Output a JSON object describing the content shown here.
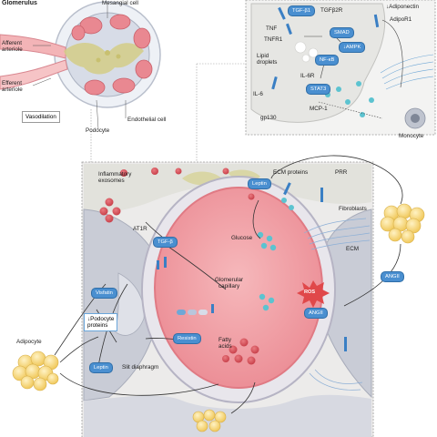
{
  "glomerulus": {
    "title": "Glomerulus",
    "mesangial_cell": "Mesangial cell",
    "afferent_arteriole": "Afferent\narteriole",
    "efferent_arteriole": "Efferent\narteriole",
    "vasodilation": "Vasodilation",
    "endothelial_cell": "Endothelial cell",
    "podocyte": "Podocyte"
  },
  "inset": {
    "tgf_b1": "TGF-β1",
    "tgfb2r": "TGFβ2R",
    "tnf": "TNF",
    "tnfr1": "TNFR1",
    "smad": "SMAD",
    "lipid_droplets": "Lipid\ndroplets",
    "nfkb": "NF-κB",
    "ampk": "↓AMPK",
    "il6r": "IL-6R",
    "il6": "IL-6",
    "stat3": "STAT3",
    "mcp1": "MCP-1",
    "gp130": "gp130",
    "adiponectin": "↓Adiponectin",
    "adipor1": "AdipoR1",
    "monocyte": "Monocyte"
  },
  "main": {
    "inflammatory_exosomes": "Inflammatory\nexosomes",
    "ecm_proteins": "ECM proteins",
    "prr": "PRR",
    "leptin_top": "Leptin",
    "at1r": "AT1R",
    "tgfb_small": "TGF-β",
    "glucose": "Glucose",
    "fibroblasts": "Fibroblasts",
    "ecm": "ECM",
    "glomerular_capillary": "Glomerular\ncapillary",
    "visfatin": "Visfatin",
    "angii_right": "ANGII",
    "podocyte_proteins": "↓Podocyte\nproteins",
    "ros": "ROS",
    "angii_center": "ANGII",
    "adipocyte": "Adipocyte",
    "resistin": "Resistin",
    "fatty_acids": "Fatty\nacids",
    "leptin_bottom": "Leptin",
    "slit_diaphragm": "Slit diaphragm"
  },
  "colors": {
    "capillary": "#f2a3a8",
    "capillary_edge": "#e07a84",
    "blood_cell": "#d9545e",
    "adipocyte": "#f7d77a",
    "receptor": "#3a7fc4",
    "cyan_particle": "#5cc3d0",
    "podocyte_grey": "#c9ccd6",
    "tissue": "#eaeaec"
  }
}
